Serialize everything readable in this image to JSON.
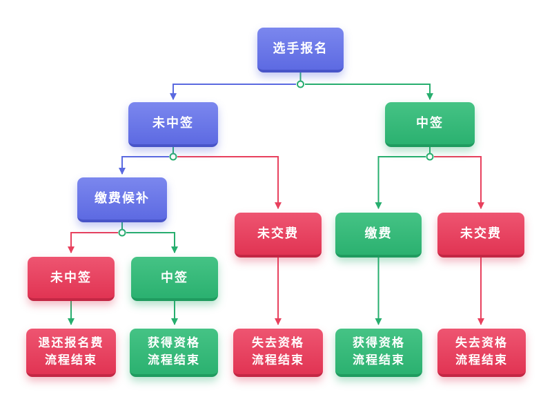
{
  "flowchart": {
    "background": "#ffffff",
    "nodes": {
      "start": {
        "label": "选手报名",
        "type": "blue"
      },
      "no_win_1": {
        "label": "未中签",
        "type": "blue"
      },
      "win_1": {
        "label": "中签",
        "type": "green"
      },
      "waitlist": {
        "label": "缴费候补",
        "type": "blue"
      },
      "unpaid_mid": {
        "label": "未交费",
        "type": "red"
      },
      "paid": {
        "label": "缴费",
        "type": "green"
      },
      "unpaid_right": {
        "label": "未交费",
        "type": "red"
      },
      "no_win_2": {
        "label": "未中签",
        "type": "red"
      },
      "win_2": {
        "label": "中签",
        "type": "green"
      },
      "refund_end": {
        "line1": "退还报名费",
        "line2": "流程结束",
        "type": "red"
      },
      "qualified_left": {
        "line1": "获得资格",
        "line2": "流程结束",
        "type": "green"
      },
      "disqualified_mid": {
        "line1": "失去资格",
        "line2": "流程结束",
        "type": "red"
      },
      "qualified_right": {
        "line1": "获得资格",
        "line2": "流程结束",
        "type": "green"
      },
      "disqualified_right": {
        "line1": "失去资格",
        "line2": "流程结束",
        "type": "red"
      }
    },
    "edges": [
      {
        "from": "start",
        "to": "no_win_1",
        "color": "blue"
      },
      {
        "from": "start",
        "to": "win_1",
        "color": "green"
      },
      {
        "from": "no_win_1",
        "to": "waitlist",
        "color": "blue"
      },
      {
        "from": "no_win_1",
        "to": "unpaid_mid",
        "color": "red"
      },
      {
        "from": "waitlist",
        "to": "no_win_2",
        "color": "red"
      },
      {
        "from": "waitlist",
        "to": "win_2",
        "color": "green"
      },
      {
        "from": "win_1",
        "to": "paid",
        "color": "green"
      },
      {
        "from": "win_1",
        "to": "unpaid_right",
        "color": "red"
      },
      {
        "from": "no_win_2",
        "to": "refund_end",
        "color": "green"
      },
      {
        "from": "win_2",
        "to": "qualified_left",
        "color": "green"
      },
      {
        "from": "unpaid_mid",
        "to": "disqualified_mid",
        "color": "red"
      },
      {
        "from": "paid",
        "to": "qualified_right",
        "color": "green"
      },
      {
        "from": "unpaid_right",
        "to": "disqualified_right",
        "color": "red"
      }
    ],
    "colors": {
      "node_blue": "#5d6ae2",
      "node_green": "#2bb170",
      "node_red": "#e13453",
      "connector_blue": "#5a69e0",
      "connector_green": "#27ae6e",
      "connector_red": "#e8405d",
      "junction_fill": "#ffffff",
      "text": "#ffffff"
    }
  }
}
